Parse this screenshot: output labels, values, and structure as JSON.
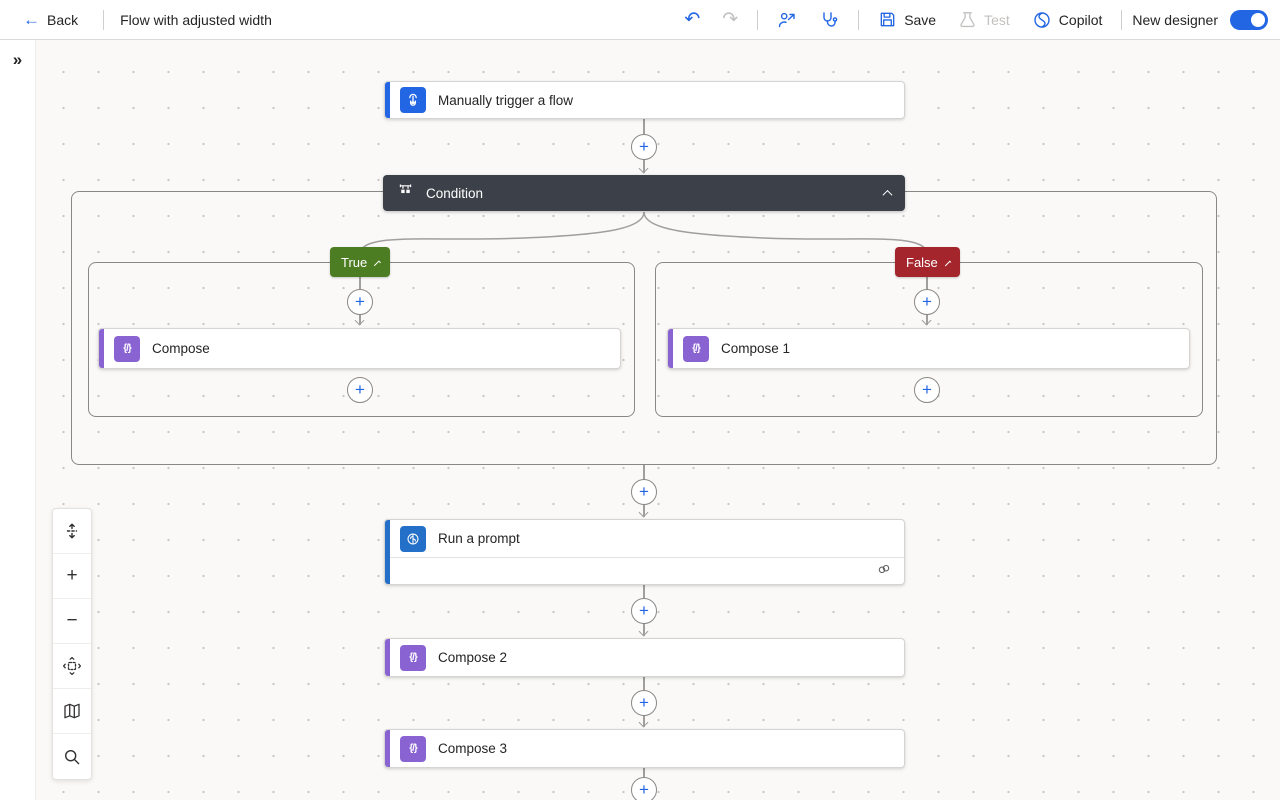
{
  "colors": {
    "accent-blue": "#2266E3",
    "condition-dark": "#3B4049",
    "true-green": "#4D7D23",
    "false-red": "#A4262C",
    "compose-purple": "#8A63D2",
    "runprompt-blue": "#2470C8",
    "connector-gray": "#A19F9D"
  },
  "topbar": {
    "back_label": "Back",
    "title": "Flow with adjusted width",
    "save_label": "Save",
    "test_label": "Test",
    "copilot_label": "Copilot",
    "new_designer_label": "New designer",
    "new_designer_state": "on"
  },
  "icons": {
    "back_arrow": "←",
    "undo": "↶",
    "redo": "↷",
    "expand_panel": "»",
    "plus": "+",
    "compose_glyph": "{/}",
    "zoom_in": "+",
    "zoom_out": "−"
  },
  "flow": {
    "trigger": {
      "label": "Manually trigger a flow"
    },
    "condition": {
      "label": "Condition"
    },
    "true_branch": {
      "label": "True",
      "action_label": "Compose"
    },
    "false_branch": {
      "label": "False",
      "action_label": "Compose 1"
    },
    "run_prompt": {
      "label": "Run a prompt"
    },
    "compose2": {
      "label": "Compose 2"
    },
    "compose3": {
      "label": "Compose 3"
    }
  }
}
